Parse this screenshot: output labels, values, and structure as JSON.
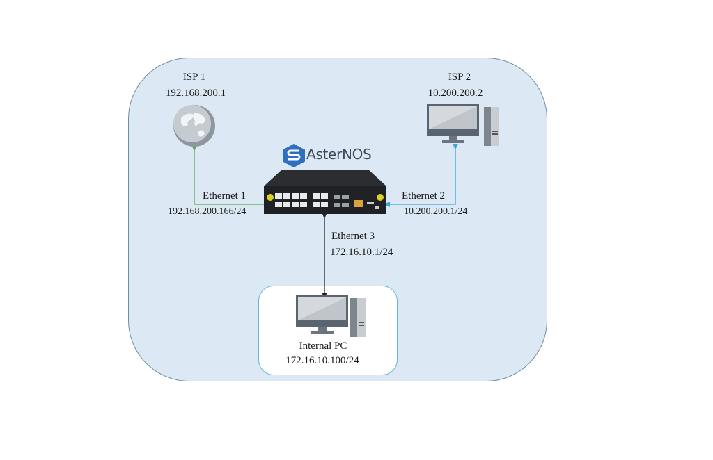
{
  "diagram": {
    "title": "AsterNOS dual-ISP network topology",
    "brand": {
      "name": "AsterNOS",
      "logo_color": "#2f6fc0"
    },
    "nodes": {
      "isp1": {
        "name": "ISP 1",
        "ip": "192.168.200.1",
        "icon": "globe-icon"
      },
      "isp2": {
        "name": "ISP 2",
        "ip": "10.200.200.2",
        "icon": "desktop-computer-icon"
      },
      "switch": {
        "name": "AsterNOS",
        "icon": "network-switch-icon"
      },
      "internal_pc": {
        "name": "Internal PC",
        "ip": "172.16.10.100/24",
        "icon": "desktop-computer-icon"
      }
    },
    "links": [
      {
        "interface": "Ethernet 1",
        "ip": "192.168.200.166/24",
        "from": "switch",
        "to": "ISP 1",
        "color": "#5aab4e"
      },
      {
        "interface": "Ethernet 2",
        "ip": "10.200.200.1/24",
        "from": "switch",
        "to": "ISP 2",
        "color": "#3aa7d8"
      },
      {
        "interface": "Ethernet 3",
        "ip": "172.16.10.1/24",
        "from": "switch",
        "to": "Internal PC",
        "color": "#222222"
      }
    ],
    "colors": {
      "background_region": "#dce9f5",
      "region_border": "#6f8c9c",
      "lan_border": "#5fb6d3"
    }
  }
}
